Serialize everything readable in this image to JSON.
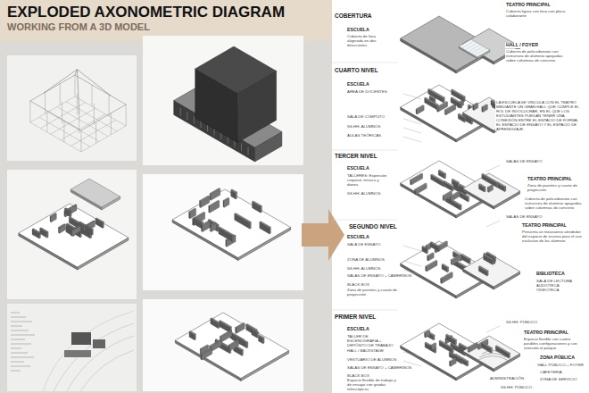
{
  "diagram": {
    "title": "EXPLODED AXONOMETRIC DIAGRAM",
    "labels": [
      "WORKING FROM A 3D MODEL",
      "COBERTURA",
      "ESCUELA",
      "Cubierta de losa aligerada en dos direcciones",
      "TEATRO PRINCIPAL",
      "Cubierta ligera con losa con placa colaborante",
      "HALL / FOYER",
      "Cubierta de policarbonato con estructura de aluminio apoyadas sobre columnas de concreto",
      "CUARTO NIVEL",
      "ESCUELA",
      "ÁREA DE DOCENTES",
      "SALA DE COMPUTO",
      "SS.HH. ALUMNOS",
      "AULAS TEÓRICAS",
      "LA ESCUELA SE VINCULA CON EL TEATRO MEDIANTE UN GRAN HALL QUE CUMPLE EL ROL DE INVOLUCRAR, EN EL QUE LOS ESTUDIANTES PUEDAN TENER UNA CONEXIÓN ENTRE EL ESPACIO DE FORMA, EL ESPACIO DE ENSAYO Y EL ESPACIO DE APRENDIZAJE.",
      "SALAS DE ENSAYO",
      "TERCER NIVEL",
      "ESCUELA",
      "TALLERES: Expresión corporal, música y danza",
      "SS.HH. ALUMNOS",
      "TEATRO PRINCIPAL",
      "Zona de puentes y cuarto de proyección",
      "Cubierta de policarbonato con estructura de aluminio apoyadas sobre columnas de concreto",
      "SALAS DE ENSAYO",
      "SEGUNDO NIVEL",
      "ESCUELA",
      "SALA DE ENSAYO",
      "ZONA DE ALUMNOS",
      "SS.HH. ALUMNOS",
      "SALAS DE ENSAYO + CAMERINOS",
      "BLACK BOX",
      "Zona de puentes y cuarto de proyección",
      "TEATRO PRINCIPAL",
      "Presenta un mezzanine alrededor del espacio de escena para el uso exclusivo de los alumnos",
      "BIBLIOTECA",
      "SALA DE LECTURA AUDIOTECA VIDEOTECA",
      "SS.HH. PÚBLICO",
      "PRIMER NIVEL",
      "ESCUELA",
      "TALLER DE ESCENOGRAFÍA + DEPÓSITO DE TRABAJO",
      "HALL / BACKSTAGE",
      "VESTUARIO DE ALUMNOS",
      "SALAS DE ENSAYO + CAMERINOS",
      "BLACK BOX",
      "Espacio flexible de trabajo y de ensayo con gradas telescópicas",
      "TEATRO PRINCIPAL",
      "Espacio flexible con cuatro posibles configuraciones y con intervalo al parque",
      "ZONA PÚBLICA",
      "HALL PÚBLICO + FOYER",
      "CAFETERÍA",
      "ZONA DE SERVICIO",
      "ADMINISTRACIÓN",
      "SS.HH. PÚBLICO"
    ]
  }
}
